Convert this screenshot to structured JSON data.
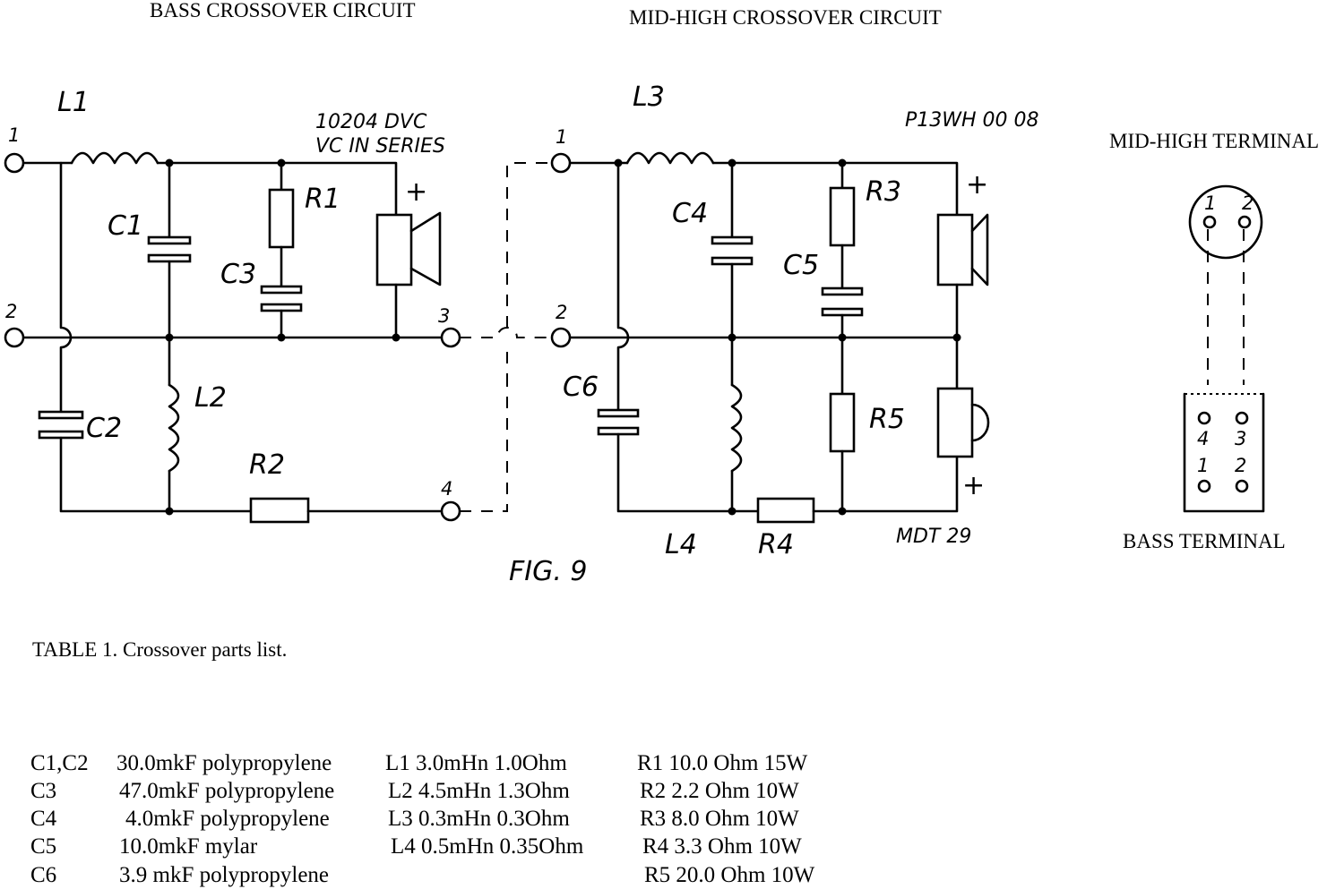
{
  "headings": {
    "bass": "BASS CROSSOVER CIRCUIT",
    "midhigh": "MID-HIGH CROSSOVER CIRCUIT",
    "midhigh_terminal": "MID-HIGH TERMINAL",
    "bass_terminal": "BASS TERMINAL"
  },
  "components": {
    "L1": "L1",
    "L2": "L2",
    "L3": "L3",
    "L4": "L4",
    "C1": "C1",
    "C2": "C2",
    "C3": "C3",
    "C4": "C4",
    "C5": "C5",
    "C6": "C6",
    "R1": "R1",
    "R2": "R2",
    "R3": "R3",
    "R4": "R4",
    "R5": "R5"
  },
  "drivers": {
    "woofer_line1": "10204 DVC",
    "woofer_line2": "VC IN SERIES",
    "mid": "P13WH 00 08",
    "tweeter": "MDT 29",
    "plus": "+"
  },
  "terminals": {
    "bass_1": "1",
    "bass_2": "2",
    "bass_3": "3",
    "bass_4": "4",
    "mh_1": "1",
    "mh_2": "2",
    "top_1": "1",
    "top_2": "2",
    "bot_4": "4",
    "bot_3": "3",
    "bot_1": "1",
    "bot_2": "2"
  },
  "figure": "FIG. 9",
  "table": {
    "title": "TABLE 1. Crossover parts list.",
    "capacitors": [
      {
        "ref": "C1,C2",
        "spec": "30.0mkF polypropylene"
      },
      {
        "ref": "C3",
        "spec": "47.0mkF polypropylene"
      },
      {
        "ref": "C4",
        "spec": "4.0mkF polypropylene"
      },
      {
        "ref": "C5",
        "spec": "10.0mkF mylar"
      },
      {
        "ref": "C6",
        "spec": "3.9 mkF  polypropylene"
      }
    ],
    "inductors": [
      {
        "spec": "L1 3.0mHn  1.0Ohm"
      },
      {
        "spec": "L2 4.5mHn   1.3Ohm"
      },
      {
        "spec": "L3 0.3mHn  0.3Ohm"
      },
      {
        "spec": "L4 0.5mHn  0.35Ohm"
      }
    ],
    "resistors": [
      {
        "spec": "R1  10.0 Ohm  15W"
      },
      {
        "spec": "R2  2.2 Ohm    10W"
      },
      {
        "spec": "R3  8.0 Ohm    10W"
      },
      {
        "spec": "R4  3.3 Ohm     10W"
      },
      {
        "spec": "R5  20.0 Ohm  10W"
      }
    ]
  }
}
